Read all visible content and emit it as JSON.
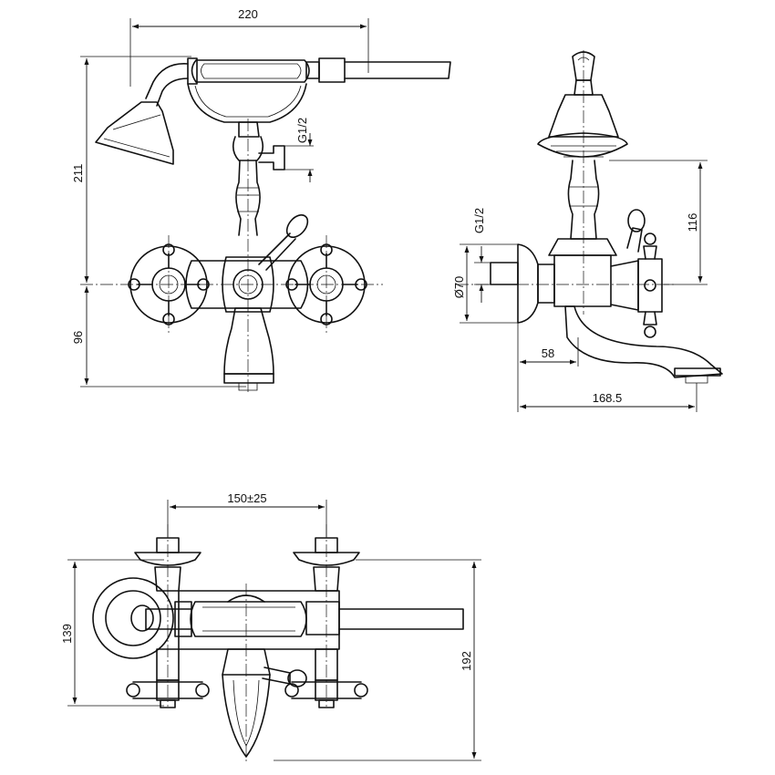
{
  "drawing": {
    "front_view": {
      "dim_width": "220",
      "dim_height_upper": "211",
      "dim_height_lower": "96",
      "thread_label": "G1/2"
    },
    "side_view": {
      "dim_diameter": "Ø70",
      "thread_label": "G1/2",
      "dim_height": "116",
      "dim_projection_short": "58",
      "dim_projection_total": "168.5"
    },
    "top_view": {
      "dim_centres": "150±25",
      "dim_depth_left": "139",
      "dim_depth_right": "192"
    }
  }
}
